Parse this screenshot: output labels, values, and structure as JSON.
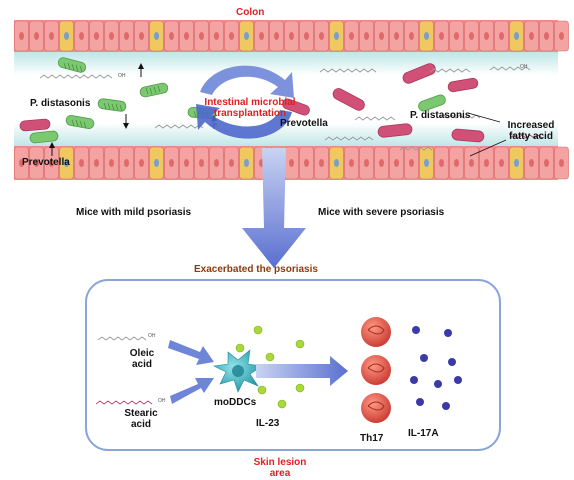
{
  "labels": {
    "colon": "Colon",
    "p_distasonis_left": "P. distasonis",
    "prevotella_left": "Prevotella",
    "transplant_line1": "Intestinal microbial",
    "transplant_line2": "transplantation",
    "prevotella_right": "Prevotella",
    "p_distasonis_right": "P. distasonis",
    "increased_line1": "Increased",
    "increased_line2": "fatty acid",
    "mild": "Mice with mild psoriasis",
    "severe": "Mice with severe  psoriasis",
    "exacerbated": "Exacerbated the psoriasis",
    "oleic_line1": "Oleic",
    "oleic_line2": "acid",
    "stearic_line1": "Stearic",
    "stearic_line2": "acid",
    "moddcs": "moDDCs",
    "il23": "IL-23",
    "th17": "Th17",
    "il17a": "IL-17A",
    "skin_line1": "Skin lesion",
    "skin_line2": "area",
    "oh": "OH"
  },
  "colors": {
    "title_red": "#e02020",
    "title_brown": "#8a3b10",
    "epithelium": "#ef8f8f",
    "goblet": "#f0c860",
    "lumen": "#e6f5f6",
    "green_bacteria": "#7cc870",
    "pink_bacteria": "#d05078",
    "blue_arrow": "#5a6fd0",
    "panel_border": "#8aa6d8",
    "il23_dot": "#a8d83a",
    "il17a_dot": "#3b3aa8",
    "th17_cell": "#e0564a",
    "dc_cell": "#28a8b8"
  }
}
